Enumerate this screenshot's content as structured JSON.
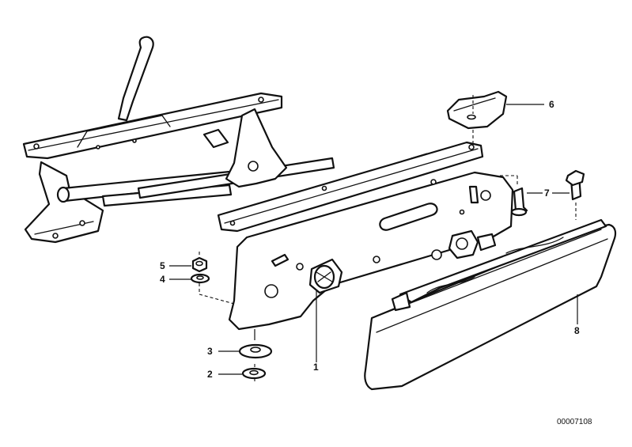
{
  "callouts": {
    "c1": "1",
    "c2": "2",
    "c3": "3",
    "c4": "4",
    "c5": "5",
    "c6": "6",
    "c7": "7",
    "c8": "8"
  },
  "document_number": "00007108"
}
